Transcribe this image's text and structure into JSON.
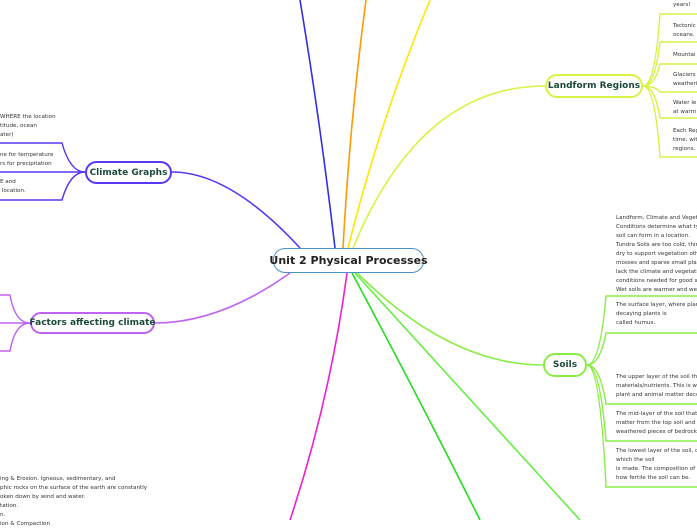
{
  "central_topic": "Unit 2 Physical Processes",
  "colors": {
    "central": "#4a90c8",
    "landform": "#d8f244",
    "climate_graphs": "#5a36f0",
    "factors": "#c062f2",
    "soils": "#88ee44",
    "magenta": "#f020d0",
    "orange": "#ff9a00",
    "blue": "#3030e0"
  },
  "landform_regions": {
    "label": "Landform Regions",
    "notes": [
      "years!",
      "Tectonic\noceans.",
      "Mountai",
      "Glaciers\nweatheri",
      "Water le\nat warm",
      "Each Reg\ntime, wit\nregions."
    ]
  },
  "climate_graphs": {
    "label": "Climate Graphs",
    "notes": [
      "WHERE the location\ntitude, ocean\nater)",
      "ne for temperature\nrs for precipitation",
      "E and\n location."
    ]
  },
  "factors_affecting_climate": {
    "label": "Factors affecting climate"
  },
  "soils": {
    "label": "Soils",
    "notes": [
      "Landform, Climate and Veget\nConditions determine what ty\nsoil can form in a location.\nTundra Soils are too cold, thin\ndry to support vegetation oth\nmosses and sparse small pla\nlack the climate and vegetatio\nconditions needed for good s\nWet soils are warmer and we",
      "The surface layer, where plan\ndecaying plants is\ncalled humus.",
      "The upper layer of the soil tha\nmaterials/nutrients. This is w\nplant and animal matter deco",
      "The mid-layer of the soil that\nmatter from the top soil and\nweathered pieces of bedrock",
      "The lowest layer of the soil, c\nwhich the soil\nis made. The composition of t\nhow fertile the soil can be."
    ]
  },
  "weathering_note": "ing & Erosion. Igneous, sedimentary, and\nphic rocks on the surface of the earth are constantly\noken down by wind and water.\ntation.\nn.\nion & Compaction"
}
